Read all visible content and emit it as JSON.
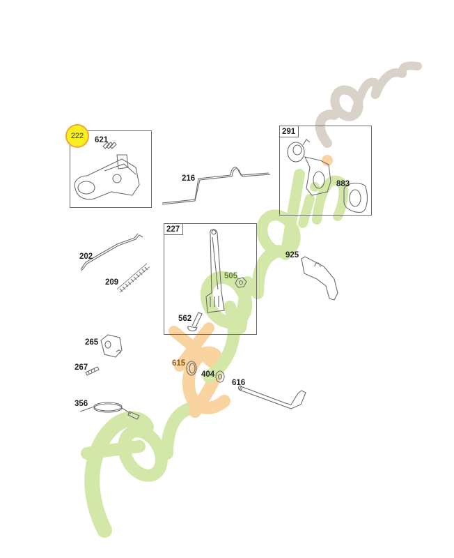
{
  "diagram": {
    "type": "exploded-parts-diagram",
    "highlighted_part": "222",
    "colors": {
      "badge_fill": "#f7ef20",
      "badge_ring": "#f2a53a",
      "line": "#6a6a6a",
      "watermark_green": "#c9e29a",
      "watermark_orange": "#f7c98a",
      "watermark_grey": "#cfc9bf"
    },
    "watermark": {
      "text": "forexjardin.com"
    },
    "boxes": [
      {
        "id": "222",
        "tag": "222",
        "contains": [
          "621"
        ]
      },
      {
        "id": "291",
        "tag": "291",
        "contains": [
          "883"
        ]
      },
      {
        "id": "227",
        "tag": "227",
        "contains": [
          "505",
          "562"
        ]
      }
    ],
    "parts": {
      "p621": "621",
      "p216": "216",
      "p883": "883",
      "p202": "202",
      "p209": "209",
      "p925": "925",
      "p505": "505",
      "p562": "562",
      "p265": "265",
      "p267": "267",
      "p615": "615",
      "p404": "404",
      "p616": "616",
      "p356": "356"
    }
  }
}
